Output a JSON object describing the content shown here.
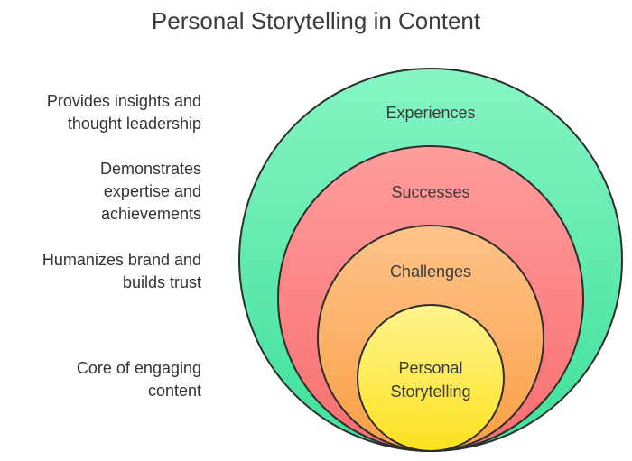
{
  "title": "Personal Storytelling in Content",
  "layers": [
    {
      "label_lines": [
        "Experiences"
      ],
      "description_lines": [
        "Provides insights and",
        "thought leadership"
      ],
      "color_top": "#86f5c4",
      "color_bottom": "#3ee09a",
      "stroke": "#2d2d2d"
    },
    {
      "label_lines": [
        "Successes"
      ],
      "description_lines": [
        "Demonstrates",
        "expertise and",
        "achievements"
      ],
      "color_top": "#ff9d9d",
      "color_bottom": "#f86e6e",
      "stroke": "#2d2d2d"
    },
    {
      "label_lines": [
        "Challenges"
      ],
      "description_lines": [
        "Humanizes brand and",
        "builds trust"
      ],
      "color_top": "#ffc38a",
      "color_bottom": "#f9a046",
      "stroke": "#2d2d2d"
    },
    {
      "label_lines": [
        "Personal",
        "Storytelling"
      ],
      "description_lines": [
        "Core of engaging",
        "content"
      ],
      "color_top": "#fff490",
      "color_bottom": "#fde21e",
      "stroke": "#2d2d2d"
    }
  ]
}
